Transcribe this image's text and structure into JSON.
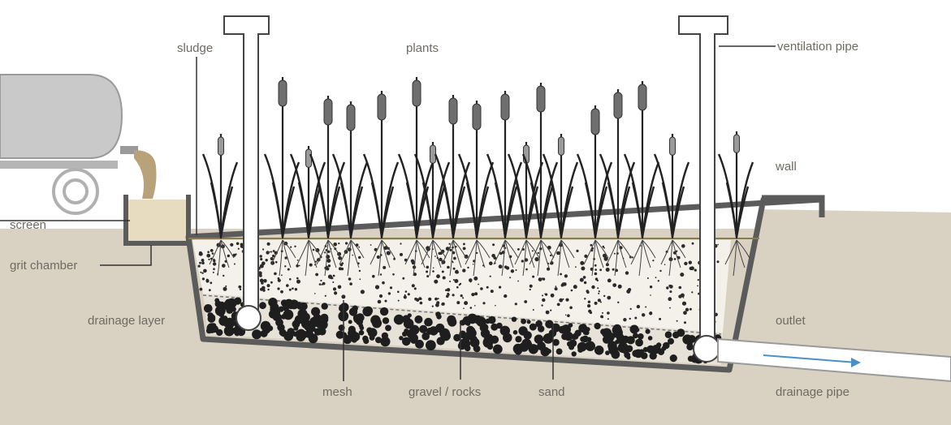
{
  "diagram": {
    "labels": {
      "sludge": "sludge",
      "plants": "plants",
      "ventilation_pipe": "ventilation pipe",
      "wall": "wall",
      "screen": "screen",
      "grit_chamber": "grit chamber",
      "drainage_layer": "drainage layer",
      "outlet": "outlet",
      "mesh": "mesh",
      "gravel_rocks": "gravel / rocks",
      "sand": "sand",
      "drainage_pipe": "drainage pipe"
    },
    "colors": {
      "soil": "#d9d2c2",
      "outline": "#5b5b5b",
      "gravel": "#1e1e1e",
      "tanker": "#c9c9c9",
      "sludge": "#b8a27a",
      "reed_stem": "#222222",
      "reed_head": "#8a8a8a",
      "flow_arrow": "#4a90c8"
    }
  }
}
